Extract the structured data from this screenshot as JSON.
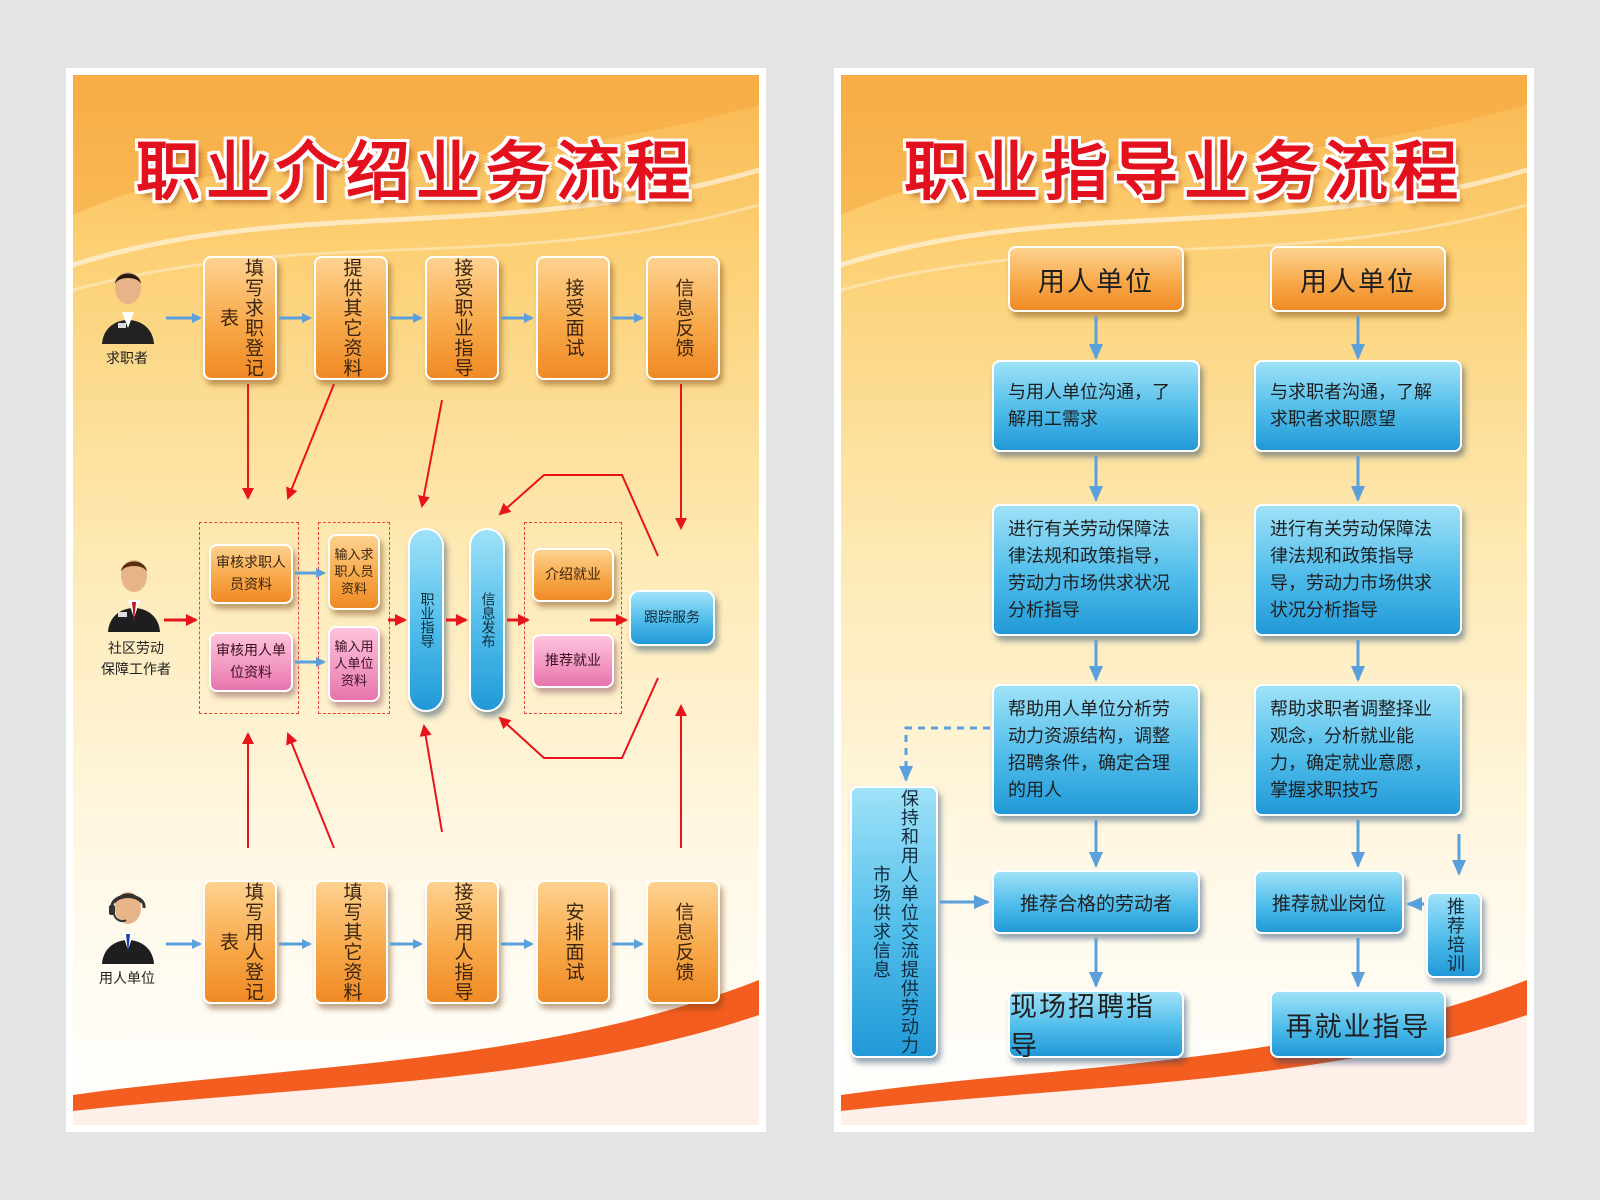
{
  "left": {
    "title": "职业介绍业务流程",
    "actors": {
      "job_seeker": "求职者",
      "community_worker": "社区劳动\n保障工作者",
      "employer": "用人单位"
    },
    "top_row": [
      "填写求职登记表",
      "提供其它资料",
      "接受职业指导",
      "接受面试",
      "信息反馈"
    ],
    "middle": {
      "review_seeker": "审核求职人员资料",
      "review_employer": "审核用人单位资料",
      "input_seeker": "输入求职人员资料",
      "input_employer": "输入用人单位资料",
      "career_guidance": "职业指导",
      "info_release": "信息发布",
      "intro_job": "介绍就业",
      "recommend_job": "推荐就业",
      "follow_up": "跟踪服务"
    },
    "bottom_row": [
      "填写用人登记表",
      "填写其它资料",
      "接受用人指导",
      "安排面试",
      "信息反馈"
    ]
  },
  "right": {
    "title": "职业指导业务流程",
    "col1": {
      "head": "用人单位",
      "step1": "与用人单位沟通，了解用工需求",
      "step2": "进行有关劳动保障法律法规和政策指导，劳动力市场供求状况分析指导",
      "step3": "帮助用人单位分析劳动力资源结构，调整招聘条件，确定合理的用人",
      "step4": "推荐合格的劳动者",
      "final": "现场招聘指导",
      "side": "保持和用人单位交流提供劳动力市场供求信息"
    },
    "col2": {
      "head": "用人单位",
      "step1": "与求职者沟通，了解求职者求职愿望",
      "step2": "进行有关劳动保障法律法规和政策指导导，劳动力市场供求状况分析指导",
      "step3": "帮助求职者调整择业观念，分析就业能力，确定就业意愿，掌握求职技巧",
      "step4": "推荐就业岗位",
      "final": "再就业指导",
      "side": "推荐培训"
    }
  }
}
